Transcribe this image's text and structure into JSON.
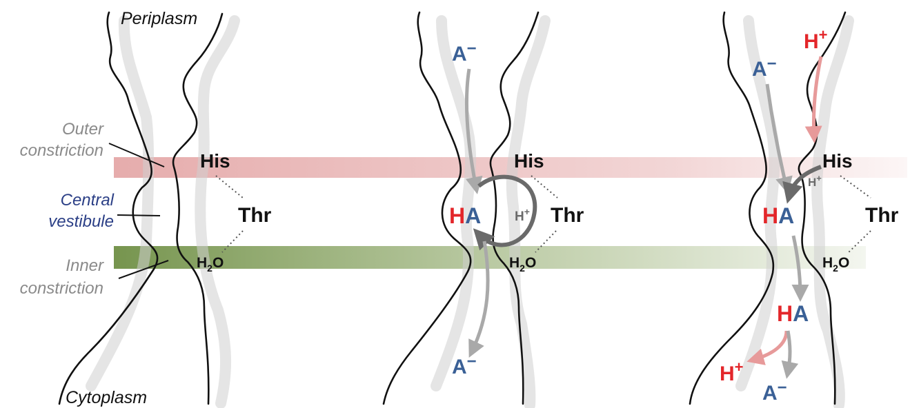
{
  "regions": {
    "periplasm": "Periplasm",
    "cytoplasm": "Cytoplasm"
  },
  "annotations": {
    "outer_1": "Outer",
    "outer_2": "constriction",
    "central_1": "Central",
    "central_2": "vestibule",
    "inner_1": "Inner",
    "inner_2": "constriction"
  },
  "residues": {
    "his": "His",
    "thr": "Thr",
    "water_h": "H",
    "water_sub": "2",
    "water_o": "O"
  },
  "species": {
    "anion": "A",
    "minus": "−",
    "proton": "H",
    "plus": "+",
    "h": "H"
  },
  "colors": {
    "anion": "#3a6096",
    "proton": "#e3262a",
    "outer_band": "#e3a3a3",
    "inner_band": "#8aa561",
    "annotation_gray": "#8a8a8a",
    "annotation_blue": "#2b3f86",
    "arrow_gray": "#a9a9a9",
    "arrow_pink": "#e79a9a"
  }
}
